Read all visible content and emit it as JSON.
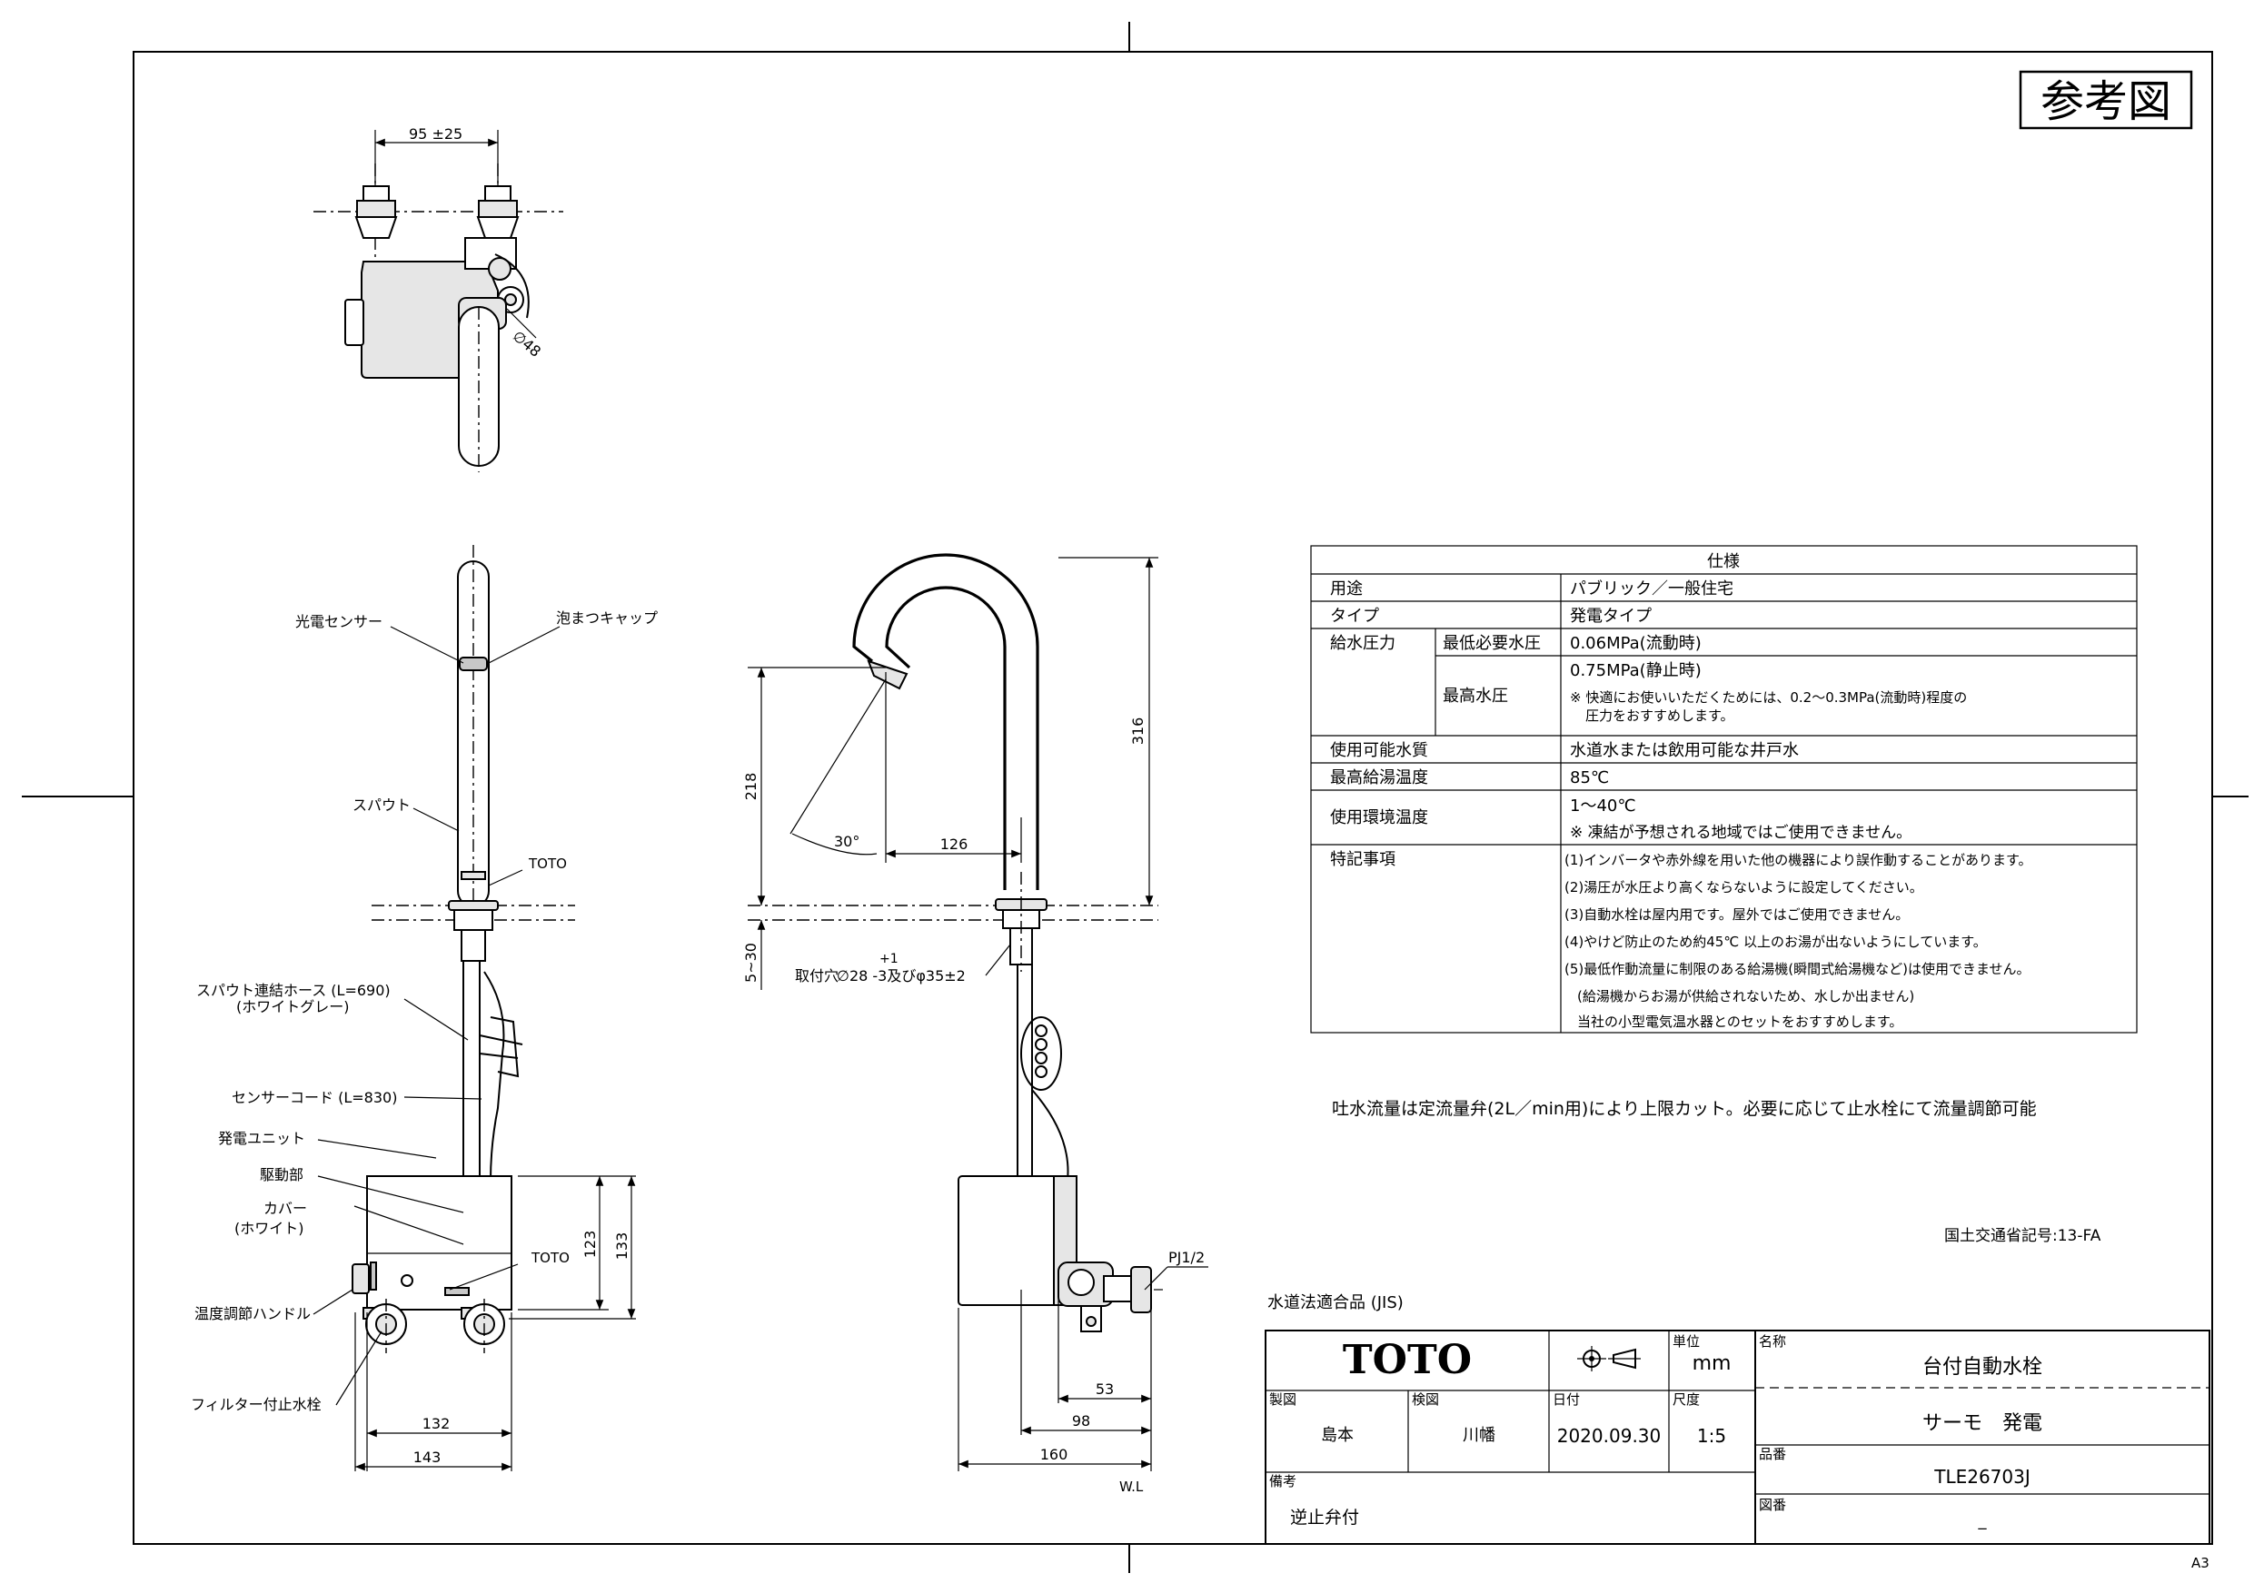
{
  "stamp": "参考図",
  "sheet_size": "A3",
  "top_view": {
    "dim_spacing": "95 ±25",
    "dim_diameter": "∅48"
  },
  "front_view": {
    "labels": {
      "sensor": "光電センサー",
      "aerator": "泡まつキャップ",
      "spout": "スパウト",
      "brand": "TOTO",
      "hose_line1": "スパウト連結ホース (L=690)",
      "hose_line2": "(ホワイトグレー)",
      "sensor_cord": "センサーコード (L=830)",
      "generator": "発電ユニット",
      "drive": "駆動部",
      "cover_line1": "カバー",
      "cover_line2": "(ホワイト)",
      "brand2": "TOTO",
      "temp_handle": "温度調節ハンドル",
      "filter_valve": "フィルター付止水栓"
    },
    "dims": {
      "box_height": "123",
      "total_height": "133",
      "width1": "132",
      "width2": "143"
    }
  },
  "side_view": {
    "dims": {
      "height_total": "316",
      "height_spout": "218",
      "angle": "30°",
      "reach": "126",
      "thickness": "5~30",
      "mount_hole_prefix": "取付穴",
      "mount_hole_main": "∅28 -3及びφ35±2",
      "mount_hole_tol": "+1",
      "pipe_thread": "PJ1/2",
      "d53": "53",
      "d98": "98",
      "d160": "160"
    },
    "wl": "W.L"
  },
  "spec_table": {
    "header": "仕様",
    "rows": {
      "use_label": "用途",
      "use_value": "パブリック／一般住宅",
      "type_label": "タイプ",
      "type_value": "発電タイプ",
      "pressure_label": "給水圧力",
      "min_label": "最低必要水圧",
      "min_value": "0.06MPa(流動時)",
      "max_label": "最高水圧",
      "max_value": "0.75MPa(静止時)",
      "max_note_1": "※ 快適にお使いいただくためには、0.2～0.3MPa(流動時)程度の",
      "max_note_2": "圧力をおすすめします。",
      "quality_label": "使用可能水質",
      "quality_value": "水道水または飲用可能な井戸水",
      "hot_label": "最高給湯温度",
      "hot_value": "85℃",
      "env_label": "使用環境温度",
      "env_value": "1～40℃",
      "env_note": "※ 凍結が予想される地域ではご使用できません。",
      "notes_label": "特記事項",
      "notes": [
        "(1)インバータや赤外線を用いた他の機器により誤作動することがあります。",
        "(2)湯圧が水圧より高くならないように設定してください。",
        "(3)自動水栓は屋内用です。屋外ではご使用できません。",
        "(4)やけど防止のため約45℃ 以上のお湯が出ないようにしています。",
        "(5)最低作動流量に制限のある給湯機(瞬間式給湯機など)は使用できません。",
        "(給湯機からお湯が供給されないため、水しか出ません)",
        "当社の小型電気温水器とのセットをおすすめします。"
      ]
    }
  },
  "flow_note": "吐水流量は定流量弁(2L／min用)により上限カット。必要に応じて止水栓にて流量調節可能",
  "mlit_code": "国土交通省記号:13-FA",
  "jis_note": "水道法適合品 (JIS)",
  "title_block": {
    "logo": "TOTO",
    "unit_label": "単位",
    "unit_value": "mm",
    "name_label": "名称",
    "name_line1": "台付自動水栓",
    "name_line2": "サーモ　発電",
    "drawn_label": "製図",
    "drawn_value": "島本",
    "checked_label": "検図",
    "checked_value": "川幡",
    "date_label": "日付",
    "date_value": "2020.09.30",
    "scale_label": "尺度",
    "scale_value": "1:5",
    "part_label": "品番",
    "part_value": "TLE26703J",
    "remarks_label": "備考",
    "remarks_value": "逆止弁付",
    "drawing_no_label": "図番",
    "drawing_no_value": "_"
  }
}
